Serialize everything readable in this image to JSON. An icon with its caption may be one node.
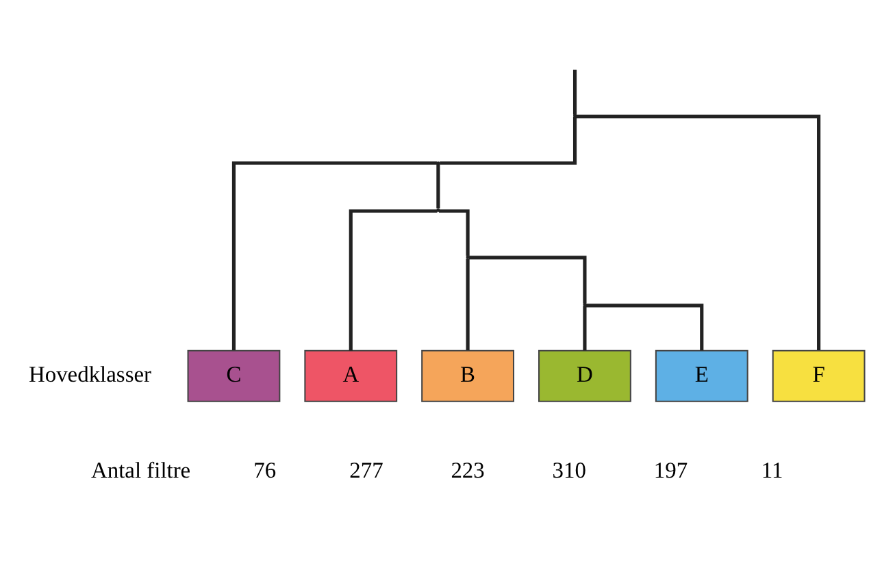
{
  "diagram": {
    "nodes": [
      {
        "text": [],
        "shape": "point"
      },
      {
        "text": [],
        "shape": "point"
      },
      {
        "text": [],
        "shape": "point"
      },
      {
        "text": [],
        "shape": "point"
      },
      {
        "text": [],
        "shape": "point"
      },
      {
        "text": [
          "C"
        ],
        "beside": [
          "76"
        ]
      },
      {
        "text": [
          "A"
        ],
        "beside": [
          "277"
        ]
      },
      {
        "text": [
          "B"
        ],
        "beside": [
          "223"
        ]
      },
      {
        "text": [
          "D"
        ],
        "beside": [
          "310"
        ]
      },
      {
        "text": [
          "E"
        ],
        "beside": [
          "197"
        ]
      },
      {
        "text": [
          "F"
        ],
        "beside": [
          "11"
        ]
      }
    ],
    "edges": [
      {
        "from": null,
        "to": 0,
        "arrow": "none"
      },
      {
        "from": 0,
        "to": 1,
        "arrow": "none"
      },
      {
        "from": 0,
        "to": 10,
        "arrow": "none"
      },
      {
        "from": 1,
        "to": 5,
        "arrow": "none"
      },
      {
        "from": 1,
        "to": 2,
        "arrow": "none"
      },
      {
        "from": 2,
        "to": 6,
        "arrow": "none"
      },
      {
        "from": 2,
        "to": 3,
        "arrow": "none"
      },
      {
        "from": 3,
        "to": 7,
        "arrow": "none"
      },
      {
        "from": 3,
        "to": 4,
        "arrow": "none"
      },
      {
        "from": 4,
        "to": 8,
        "arrow": "none"
      },
      {
        "from": 4,
        "to": 9,
        "arrow": "none"
      }
    ],
    "labels": [
      "Hovedklasser",
      "Antal filtre"
    ]
  }
}
